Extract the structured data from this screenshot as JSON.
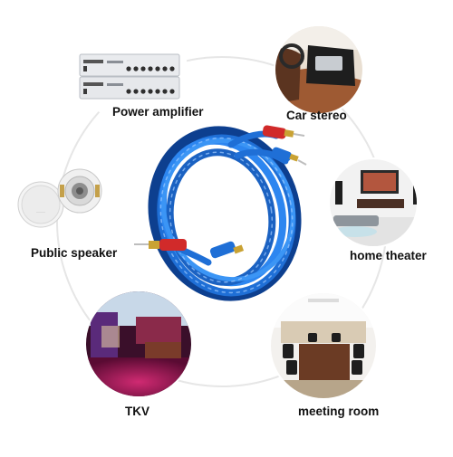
{
  "labels": {
    "power_amplifier": "Power amplifier",
    "car_stereo": "Car stereo",
    "public_speaker": "Public speaker",
    "home_theater": "home theater",
    "tkv": "TKV",
    "meeting_room": "meeting room"
  },
  "icons": {
    "cable": "rca-cable-coil",
    "amplifier": "power-amplifier-rack",
    "car": "car-interior",
    "speaker": "ceiling-speaker",
    "home": "living-room",
    "ktv": "karaoke-room",
    "meeting": "conference-room"
  },
  "colors": {
    "cable_blue": "#1f6fd6",
    "plug_red": "#d12a2a",
    "connector_line": "#e6e6e6"
  }
}
